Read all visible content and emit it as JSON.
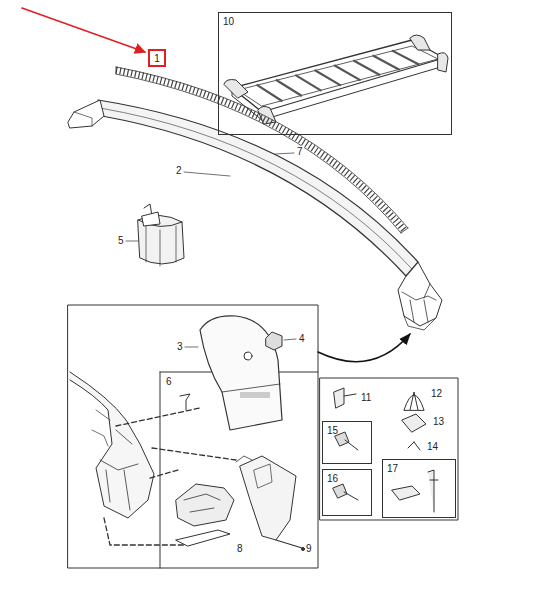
{
  "diagram": {
    "nodes": [
      {
        "text": [
          "1"
        ]
      },
      {
        "text": [
          "10"
        ]
      },
      {
        "text": [
          "15"
        ]
      },
      {
        "text": [
          "16"
        ]
      },
      {
        "text": [
          "17"
        ]
      }
    ],
    "labels": [
      "2",
      "3",
      "4",
      "5",
      "6",
      "7",
      "8",
      "9",
      "11",
      "12",
      "13",
      "14"
    ]
  }
}
